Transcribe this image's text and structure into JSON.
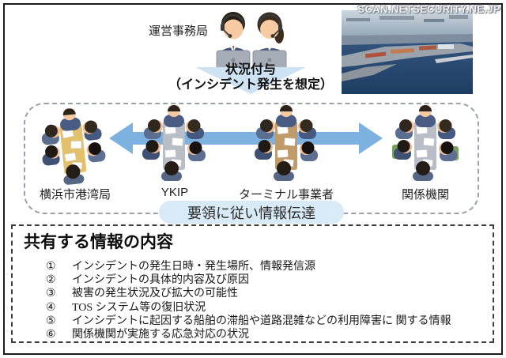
{
  "watermark": "SCAN.NETSECURITY.NE.JP",
  "header": {
    "secretariat_label": "運営事務局",
    "injection_title": "状況付与",
    "injection_subtitle": "（インシデント発生を想定）"
  },
  "network": {
    "groups": [
      {
        "label": "横浜市港湾局"
      },
      {
        "label": "YKIP"
      },
      {
        "label": "ターミナル事業者"
      },
      {
        "label": "関係機関"
      }
    ],
    "flow_label": "要領に従い情報伝達"
  },
  "info_box": {
    "title": "共有する情報の内容",
    "items": [
      {
        "num": "①",
        "text": "インシデントの発生日時・発生場所、情報発信源"
      },
      {
        "num": "②",
        "text": "インシデントの具体的内容及び原因"
      },
      {
        "num": "③",
        "text": "被害の発生状況及び拡大の可能性"
      },
      {
        "num": "④",
        "text": "TOS システム等の復旧状況"
      },
      {
        "num": "⑤",
        "text": "インシデントに起因する船舶の滞船や道路混雑などの利用障害に 関する情報"
      },
      {
        "num": "⑥",
        "text": "関係機関が実施する応急対応の状況"
      }
    ]
  },
  "colors": {
    "arrow_blue": "#7db1e0",
    "light_arrow_blue": "#cde2f3",
    "pill_bg": "#d7eaf6",
    "table_yellow": "#e3c06b",
    "table_gray": "#b9bec6",
    "table_brown": "#c09a68",
    "chair_green": "#76a35a"
  }
}
